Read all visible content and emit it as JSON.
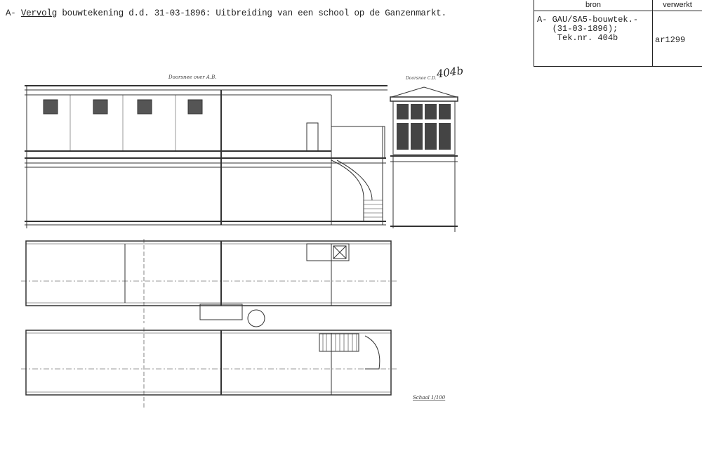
{
  "caption": {
    "prefix": "A- ",
    "underlined": "Vervolg",
    "rest": " bouwtekening d.d. 31-03-1896: Uitbreiding van een school op de Ganzenmarkt."
  },
  "source_table": {
    "headers": [
      "bron",
      "verwerkt"
    ],
    "bron": "A- GAU/SA5-bouwtek.-\n   (31-03-1896);\n    Tek.nr. 404b",
    "verwerkt": "ar1299"
  },
  "drawing": {
    "sheet_number": "404b",
    "label_section_ab": "Doorsnee over A.B.",
    "label_section_cd": "Doorsnee C.D.",
    "label_scale": "Schaal 1/100"
  }
}
